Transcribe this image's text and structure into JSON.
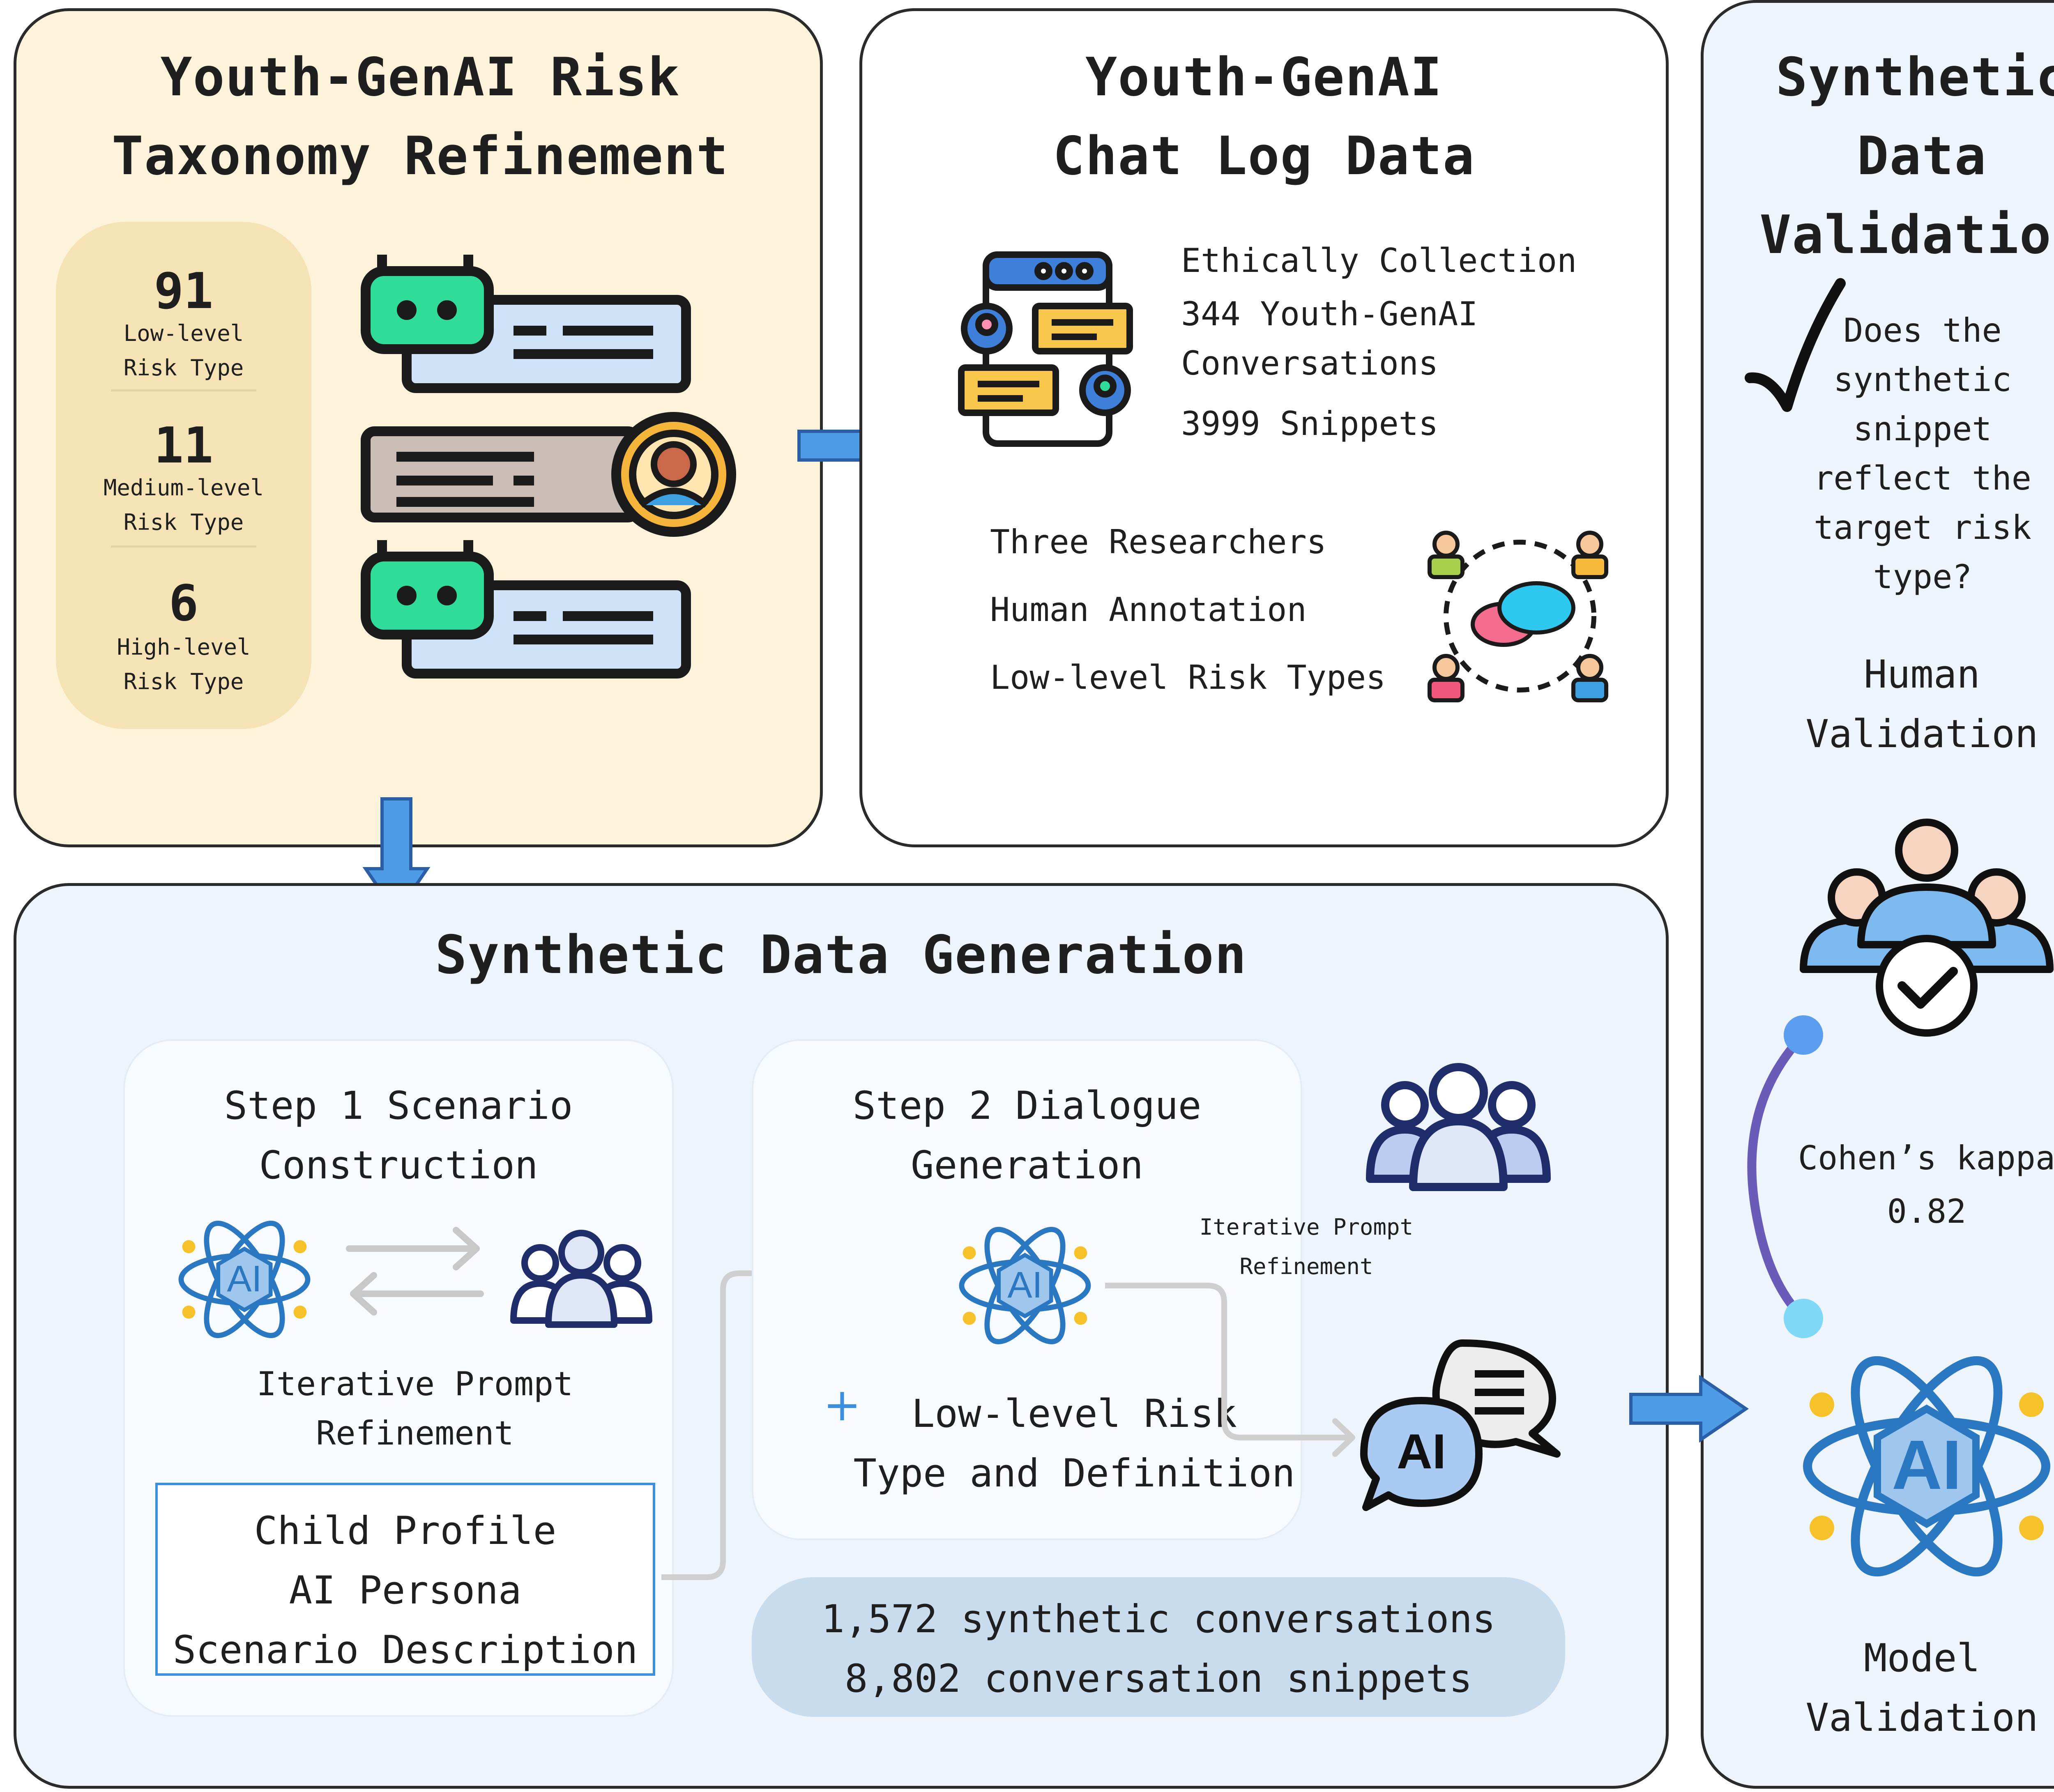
{
  "taxonomy": {
    "title": "Youth-GenAI Risk\nTaxonomy Refinement",
    "stats": [
      {
        "number": "91",
        "label": "Low-level\nRisk Type"
      },
      {
        "number": "11",
        "label": "Medium-level\nRisk Type"
      },
      {
        "number": "6",
        "label": "High-level\nRisk Type"
      }
    ]
  },
  "chatlog": {
    "title": "Youth-GenAI\nChat Log Data",
    "collection_lines": [
      "Ethically Collection",
      "344 Youth-GenAI",
      "Conversations",
      "3999 Snippets"
    ],
    "annotation_lines": [
      "Three Researchers",
      "Human Annotation",
      "Low-level Risk Types"
    ]
  },
  "validation": {
    "title": "Synthetic\nData\nValidation",
    "question": "Does the\nsynthetic\nsnippet\nreflect the\ntarget risk\ntype?",
    "human_label": "Human\nValidation",
    "kappa_label": "Cohen’s kappa",
    "kappa_value": "0.82",
    "model_label": "Model\nValidation"
  },
  "generation": {
    "title": "Synthetic Data Generation",
    "step1": {
      "title": "Step 1 Scenario\nConstruction",
      "loop_label": "Iterative Prompt\nRefinement",
      "profile_lines": [
        "Child Profile",
        "AI Persona",
        "Scenario Description"
      ]
    },
    "step2": {
      "title": "Step 2 Dialogue\nGeneration",
      "plus_label": "Low-level Risk\nType and Definition",
      "refine_label": "Iterative Prompt\nRefinement"
    },
    "output_lines": [
      "1,572 synthetic conversations",
      "8,802 conversation snippets"
    ],
    "ai_badge": "AI"
  },
  "icon_text": {
    "ai": "AI"
  },
  "colors": {
    "taxonomy_bg": "#fdf3da",
    "taxonomy_inner": "#f5e3b5",
    "blue_bg": "#eef4fc",
    "accent_blue": "#3b8ee0",
    "green": "#2fdc9a",
    "output_bg": "#c9dced",
    "kappa_purple": "#6a5bb8"
  }
}
